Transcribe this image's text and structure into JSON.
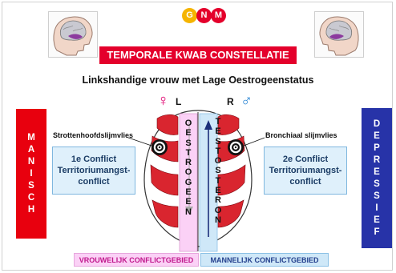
{
  "logo": {
    "letters": [
      "G",
      "N",
      "M"
    ],
    "colors": [
      "#f5b400",
      "#e4002b",
      "#e4002b"
    ]
  },
  "title": "TEMPORALE KWAB CONSTELLATIE",
  "subtitle": "Linkshandige vrouw met Lage Oestrogeenstatus",
  "side_left": {
    "letters": [
      "M",
      "A",
      "N",
      "I",
      "S",
      "C",
      "H"
    ],
    "color": "#e8000e"
  },
  "side_right": {
    "letters": [
      "D",
      "E",
      "P",
      "R",
      "E",
      "S",
      "S",
      "I",
      "E",
      "F"
    ],
    "color": "#2733a8"
  },
  "left_label": "L",
  "right_label": "R",
  "female_symbol": "♀",
  "male_symbol": "♂",
  "left_tissue": "Strottenhoofdslijmvlies",
  "right_tissue": "Bronchiaal slijmvlies",
  "conflict_left": {
    "line1": "1e Conflict",
    "line2": "Territoriumangst-",
    "line3": "conflict"
  },
  "conflict_right": {
    "line1": "2e Conflict",
    "line2": "Territoriumangst-",
    "line3": "conflict"
  },
  "column_left": [
    "O",
    "E",
    "S",
    "T",
    "R",
    "O",
    "G",
    "E",
    "E",
    "N"
  ],
  "column_right": [
    "T",
    "E",
    "S",
    "T",
    "O",
    "S",
    "T",
    "E",
    "R",
    "O",
    "N"
  ],
  "bottom_left": "VROUWELIJK CONFLICTGEBIED",
  "bottom_right": "MANNELIJK CONFLICTGEBIED",
  "colors": {
    "red": "#e4002b",
    "blue": "#2733a8",
    "pink": "#fbd1f6",
    "lightblue": "#cfe8f8",
    "female": "#e0006e",
    "male": "#2a86d4"
  }
}
